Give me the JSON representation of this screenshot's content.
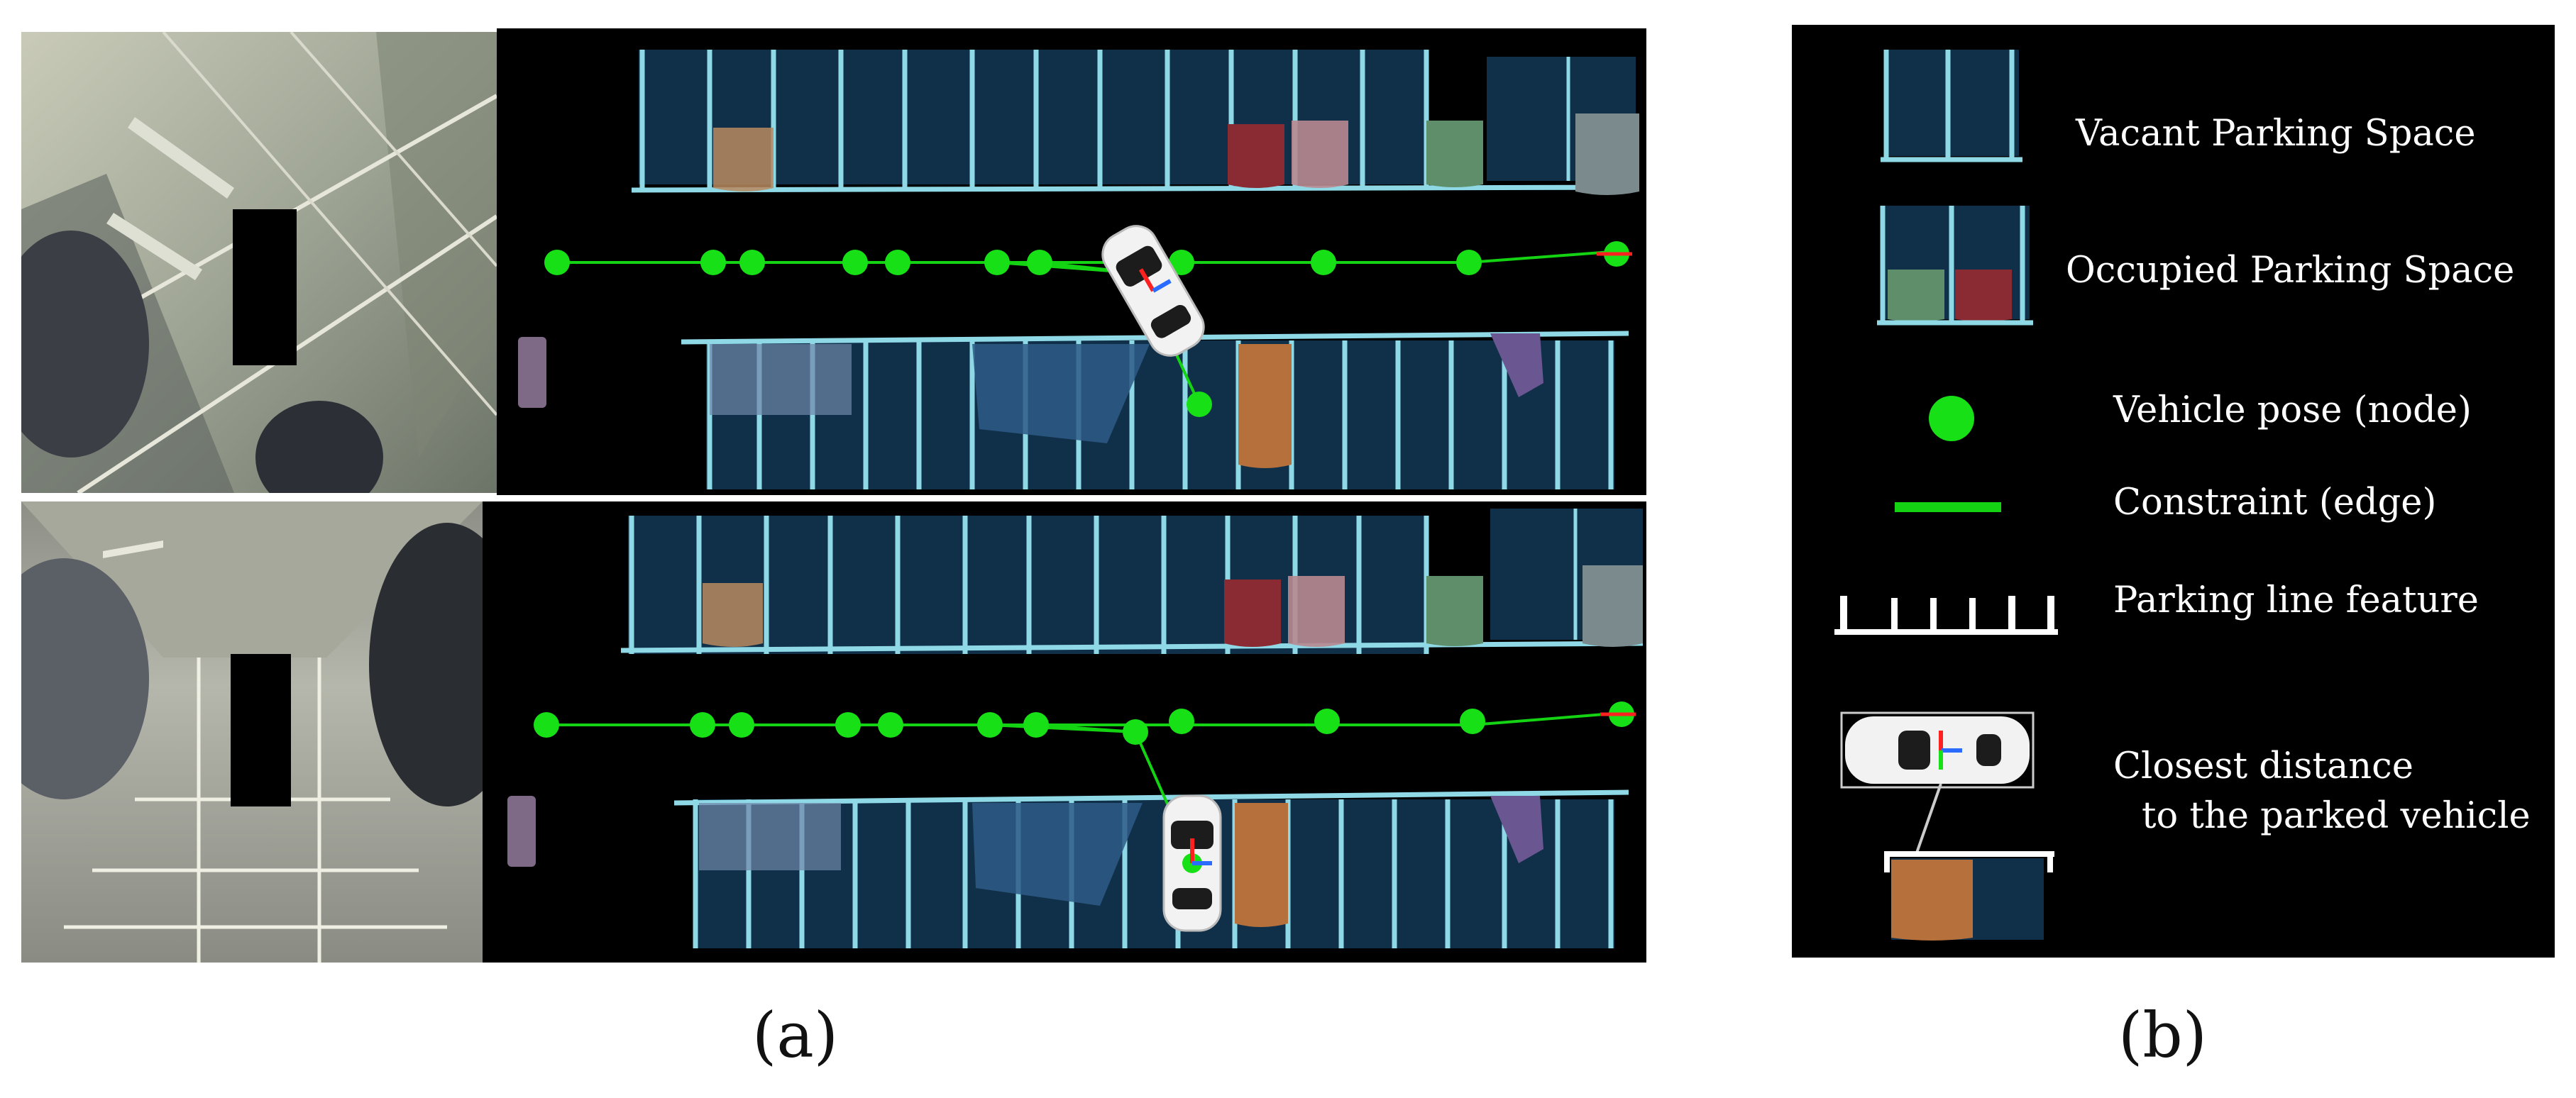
{
  "figure": {
    "panel_a_caption": "(a)",
    "panel_b_caption": "(b)"
  },
  "colors": {
    "vacant_fill": "#10304a",
    "space_line": "#8fd8e6",
    "occupied_brown": "#b8895f",
    "occupied_red": "#8a2a33",
    "occupied_pink": "#b88a90",
    "occupied_green": "#5f8f6a",
    "occupied_gray": "#7b8a8c",
    "occupied_orange": "#b5703c",
    "occupied_purple": "#6a5690",
    "node_green": "#17e017",
    "edge_green": "#13d313"
  },
  "legend": {
    "items": [
      {
        "label": "Vacant Parking Space"
      },
      {
        "label": "Occupied Parking Space"
      },
      {
        "label": "Vehicle pose (node)"
      },
      {
        "label": "Constraint (edge)"
      },
      {
        "label": "Parking line feature"
      },
      {
        "label": "Closest distance"
      },
      {
        "label": "to the parked vehicle"
      }
    ]
  }
}
